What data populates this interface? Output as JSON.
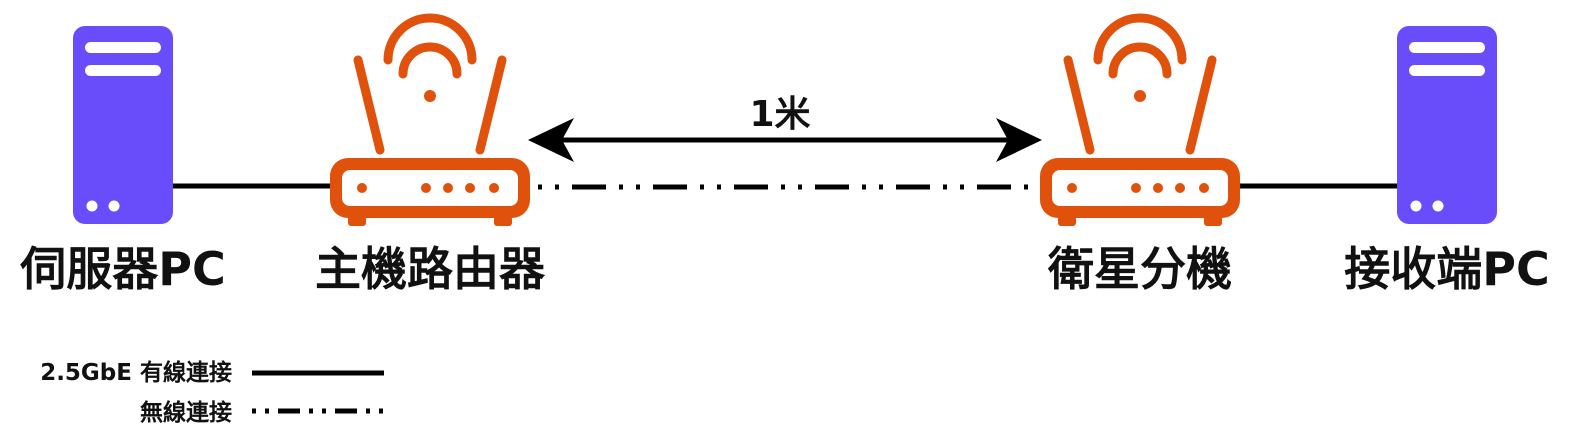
{
  "nodes": {
    "server_pc": {
      "label": "伺服器PC",
      "icon": "server-tower-icon"
    },
    "main_router": {
      "label": "主機路由器",
      "icon": "wifi-router-icon"
    },
    "satellite": {
      "label": "衛星分機",
      "icon": "wifi-router-icon"
    },
    "client_pc": {
      "label": "接收端PC",
      "icon": "server-tower-icon"
    }
  },
  "distance": {
    "label": "1米"
  },
  "legend": {
    "wired_label": "2.5GbE 有線連接",
    "wireless_label": "無線連接"
  },
  "colors": {
    "server": "#6a4dfa",
    "router": "#e0520c",
    "line": "#000000",
    "text": "#111111"
  }
}
